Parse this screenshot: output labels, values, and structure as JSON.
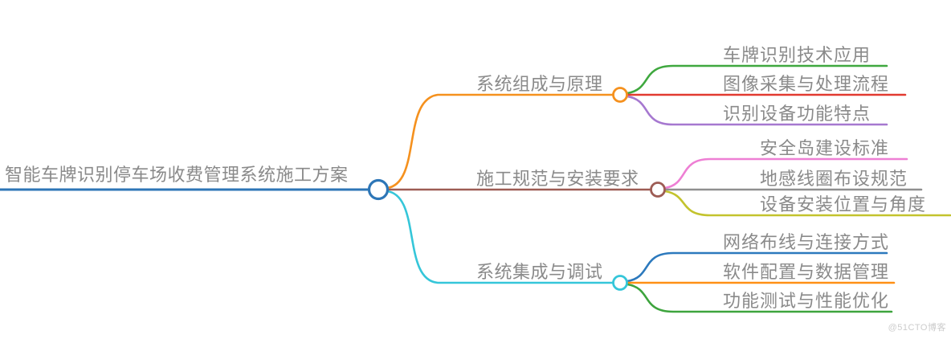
{
  "root": {
    "label": "智能车牌识别停车场收费管理系统施工方案",
    "color": "#2d76b7"
  },
  "branches": [
    {
      "label": "系统组成与原理",
      "color": "#f5911e",
      "children": [
        {
          "label": "车牌识别技术应用",
          "color": "#3fa83f"
        },
        {
          "label": "图像采集与处理流程",
          "color": "#e23a31"
        },
        {
          "label": "识别设备功能特点",
          "color": "#a678d0"
        }
      ]
    },
    {
      "label": "施工规范与安装要求",
      "color": "#9d5c54",
      "children": [
        {
          "label": "安全岛建设标准",
          "color": "#ee7fd4"
        },
        {
          "label": "地感线圈布设规范",
          "color": "#8f8f8f"
        },
        {
          "label": "设备安装位置与角度",
          "color": "#c3c32d"
        }
      ]
    },
    {
      "label": "系统集成与调试",
      "color": "#35c6d9",
      "children": [
        {
          "label": "网络布线与连接方式",
          "color": "#2c79bd"
        },
        {
          "label": "软件配置与数据管理",
          "color": "#ff9015"
        },
        {
          "label": "功能测试与性能优化",
          "color": "#3da43d"
        }
      ]
    }
  ],
  "text_color": "#8a8a8a",
  "watermark": "@51CTO博客"
}
